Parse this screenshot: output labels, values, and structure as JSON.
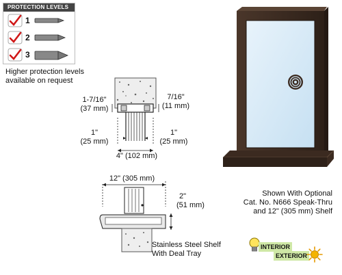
{
  "protection": {
    "title": "PROTECTION LEVELS",
    "levels": [
      {
        "number": "1",
        "icon": "bullet-small-icon"
      },
      {
        "number": "2",
        "icon": "bullet-medium-icon"
      },
      {
        "number": "3",
        "icon": "bullet-large-icon"
      }
    ],
    "note_line1": "Higher protection levels",
    "note_line2": "available on request"
  },
  "dims_top": {
    "left_upper_a": "1-7/16\"",
    "left_upper_b": "(37 mm)",
    "right_upper_a": "7/16\"",
    "right_upper_b": "(11 mm)",
    "left_lower_a": "1\"",
    "left_lower_b": "(25 mm)",
    "right_lower_a": "1\"",
    "right_lower_b": "(25 mm)",
    "bottom": "4\" (102 mm)"
  },
  "dims_shelf": {
    "width": "12\" (305 mm)",
    "height_a": "2\"",
    "height_b": "(51 mm)",
    "caption_line1": "Stainless Steel Shelf",
    "caption_line2": "With Deal Tray"
  },
  "product_caption": {
    "line1": "Shown With Optional",
    "line2": "Cat. No. N666 Speak-Thru",
    "line3": "and 12\" (305 mm) Shelf"
  },
  "legend": {
    "interior": "INTERIOR",
    "exterior": "EXTERIOR",
    "interior_icon": "lightbulb-icon",
    "exterior_icon": "sun-icon"
  },
  "colors": {
    "frame": "#3b2a20",
    "glass": "#cfe6f4",
    "check": "#d01818",
    "legend_bg": "#cfe8a6",
    "sun": "#f4b400"
  }
}
